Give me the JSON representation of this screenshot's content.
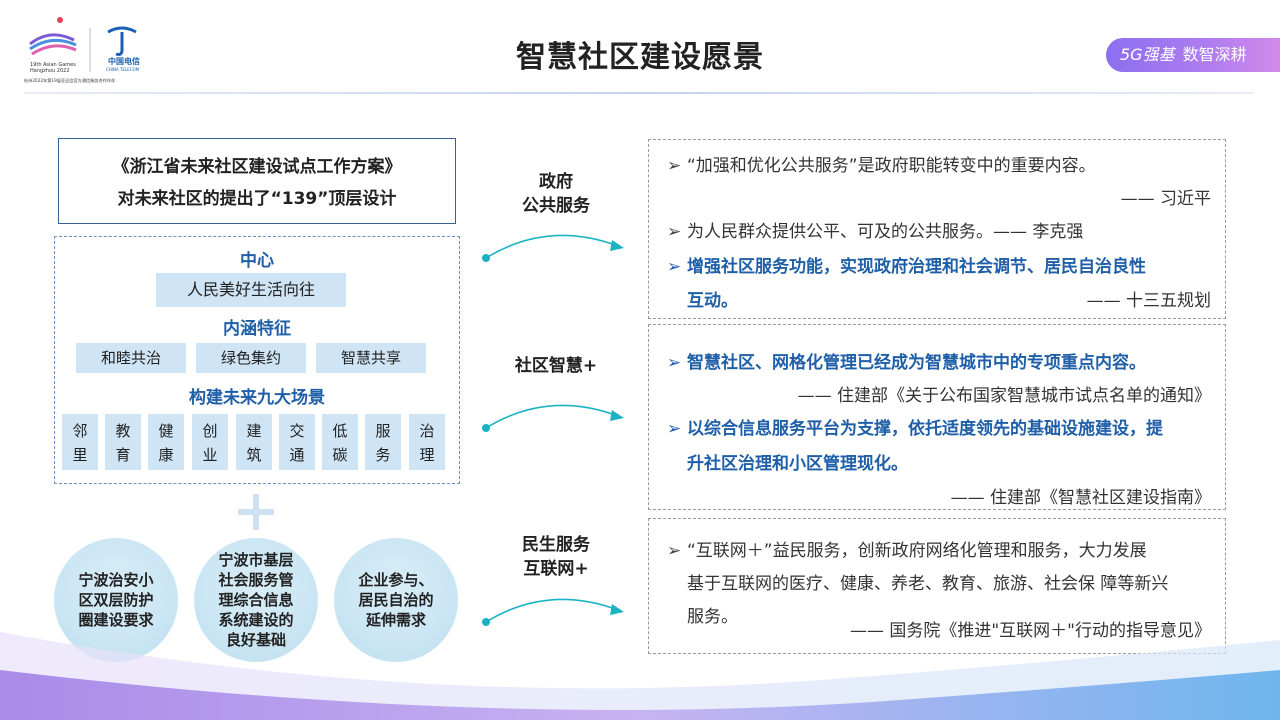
{
  "header": {
    "title": "智慧社区建设愿景",
    "tagline_a": "5G强基",
    "tagline_b": "数智深耕",
    "logo": {
      "asian_games": "19th Asian Games Hangzhou 2022",
      "telecom": "中国电信 CHINA TELECOM",
      "partner_line": "杭州2022年第19届亚运会官方通信服务合作伙伴"
    }
  },
  "left": {
    "plan_line1": "《浙江省未来社区建设试点工作方案》",
    "plan_line2": "对未来社区的提出了“139”顶层设计",
    "center_title": "中心",
    "center_value": "人民美好生活向往",
    "connotation_title": "内涵特征",
    "connotations": [
      "和睦共治",
      "绿色集约",
      "智慧共享"
    ],
    "scenes_title": "构建未来九大场景",
    "scenes": [
      [
        "邻",
        "里"
      ],
      [
        "教",
        "育"
      ],
      [
        "健",
        "康"
      ],
      [
        "创",
        "业"
      ],
      [
        "建",
        "筑"
      ],
      [
        "交",
        "通"
      ],
      [
        "低",
        "碳"
      ],
      [
        "服",
        "务"
      ],
      [
        "治",
        "理"
      ]
    ],
    "circles": [
      [
        "宁波治安小",
        "区双层防护",
        "圈建设要求"
      ],
      [
        "宁波市基层",
        "社会服务管",
        "理综合信息",
        "系统建设的",
        "良好基础"
      ],
      [
        "企业参与、",
        "居民自治的",
        "延伸需求"
      ]
    ]
  },
  "middle": {
    "labels": [
      [
        "政府",
        "公共服务"
      ],
      [
        "社区智慧+"
      ],
      [
        "民生服务",
        "互联网+"
      ]
    ]
  },
  "right": {
    "marker": "➢",
    "box1": {
      "line1": "“加强和优化公共服务”是政府职能转变中的重要内容。",
      "src1": "—— 习近平",
      "line2": "为人民群众提供公平、可及的公共服务。—— 李克强",
      "line3a": "增强社区服务功能，实现政府治理和社会调节、居民自治良性",
      "line3b": "互动。",
      "src3": "—— 十三五规划"
    },
    "box2": {
      "line1": "智慧社区、网格化管理已经成为智慧城市中的专项重点内容。",
      "src1": "—— 住建部《关于公布国家智慧城市试点名单的通知》",
      "line2a": "以综合信息服务平台为支撑，依托适度领先的基础设施建设，提",
      "line2b": "升社区治理和小区管理现化。",
      "src2": "—— 住建部《智慧社区建设指南》"
    },
    "box3": {
      "line1": "“互联网＋”益民服务，创新政府网络化管理和服务，大力发展",
      "line2": "基于互联网的医疗、健康、养老、教育、旅游、社会保 障等新兴",
      "line3": "服务。",
      "src": "—— 国务院《推进\"互联网＋\"行动的指导意见》"
    }
  },
  "colors": {
    "accent_blue": "#1f5fa8",
    "tag_fill": "#cfe4f4",
    "arrow_teal": "#1bb3c4",
    "tagline_purple": "#a478ef"
  }
}
